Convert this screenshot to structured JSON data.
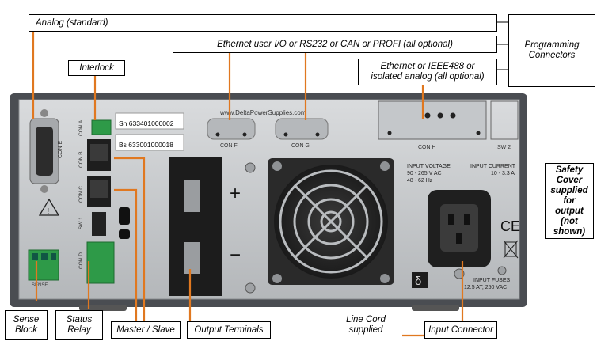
{
  "callouts": {
    "analog": "Analog (standard)",
    "ethernet_user": "Ethernet user I/O or RS232 or CAN or PROFI (all optional)",
    "programming_1": "Programming",
    "programming_2": "Connectors",
    "ethernet_ieee_1": "Ethernet or IEEE488 or",
    "ethernet_ieee_2": "isolated analog (all optional)",
    "interlock": "Interlock",
    "safety_1": "Safety",
    "safety_2": "Cover",
    "safety_3": "supplied",
    "safety_4": "for output",
    "safety_5": "(not",
    "safety_6": "shown)",
    "sense_1": "Sense",
    "sense_2": "Block",
    "status_1": "Status",
    "status_2": "Relay",
    "master_slave": "Master / Slave",
    "output_terminals": "Output Terminals",
    "line_cord_1": "Line Cord",
    "line_cord_2": "supplied",
    "input_connector": "Input Connector"
  },
  "panel": {
    "website": "www.DeltaPowerSupplies.com",
    "serial_1": "Sn 633401000002",
    "serial_2": "Bs 633001000018",
    "con_a": "CON A",
    "con_b": "CON B",
    "con_c": "CON C",
    "con_d": "CON D",
    "con_e": "CON E",
    "con_f": "CON F",
    "con_g": "CON G",
    "con_h": "CON H",
    "sw1": "SW 1",
    "sw2": "SW 2",
    "plus": "+",
    "minus": "−",
    "input_voltage_1": "INPUT VOLTAGE",
    "input_voltage_2": "90 - 265 V AC",
    "input_voltage_3": "48 - 62 Hz",
    "input_current_1": "INPUT CURRENT",
    "input_current_2": "10 - 3.3 A",
    "input_fuses_1": "INPUT FUSES",
    "input_fuses_2": "12.5 AT, 250 VAC",
    "ce": "CE",
    "sense_label": "SENSE",
    "delta_logo": "δ"
  },
  "colors": {
    "leader": "#e07820",
    "panel": "#c8cacc",
    "housing": "#4a4d52",
    "terminal_green": "#2e9a48"
  }
}
